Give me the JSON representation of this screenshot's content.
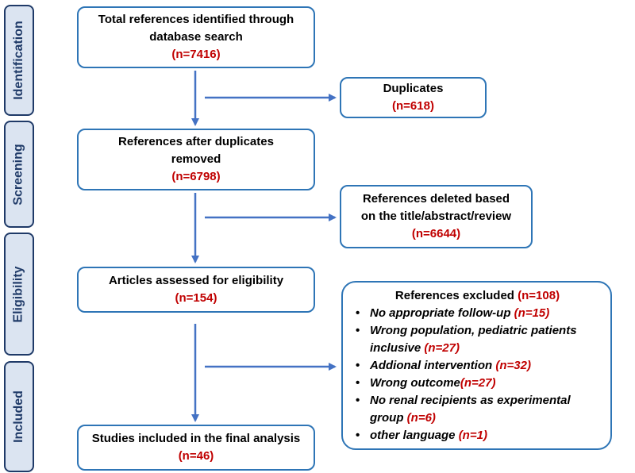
{
  "phases": {
    "identification": "Identification",
    "screening": "Screening",
    "eligibility": "Eligibility",
    "included": "Included"
  },
  "boxes": {
    "total": {
      "line1": "Total references identified through",
      "line2": "database search",
      "n": "(n=7416)"
    },
    "duplicates": {
      "label": "Duplicates",
      "n": "(n=618)"
    },
    "after_dup": {
      "line1": "References after duplicates",
      "line2": "removed",
      "n": "(n=6798)"
    },
    "deleted": {
      "line1": "References deleted based",
      "line2": "on the title/abstract/review",
      "n": "(n=6644)"
    },
    "assessed": {
      "label": "Articles assessed for eligibility",
      "n": "(n=154)"
    },
    "included": {
      "label": "Studies included in the final analysis",
      "n": "(n=46)"
    }
  },
  "excluded": {
    "title": "References excluded",
    "n": "(n=108)",
    "items": [
      {
        "text": "No appropriate  follow-up",
        "n": "(n=15)"
      },
      {
        "text": "Wrong population,  pediatric patients",
        "text2": "inclusive",
        "n": "(n=27)"
      },
      {
        "text": "Addional intervention",
        "n": "(n=32)"
      },
      {
        "text": "Wrong outcome",
        "n": "(n=27)"
      },
      {
        "text": "No renal recipients as experimental",
        "text2": "group",
        "n": "(n=6)"
      },
      {
        "text": "other language",
        "n": "(n=1)"
      }
    ]
  },
  "colors": {
    "arrow": "#4472c4",
    "box_border": "#2e75b6",
    "count": "#c00000",
    "phase_fill": "#dbe4f1",
    "phase_border": "#1f3a68"
  }
}
